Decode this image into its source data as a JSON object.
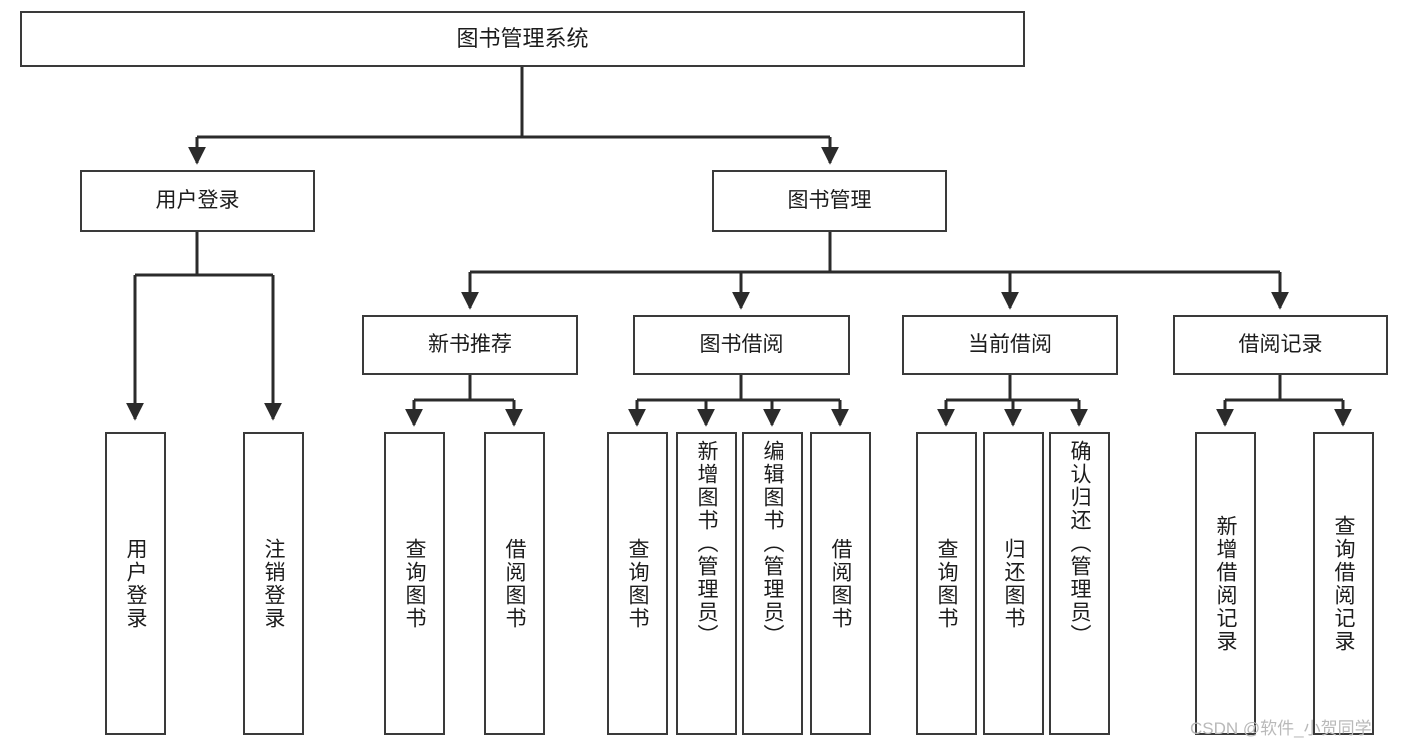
{
  "diagram": {
    "title": "图书管理系统",
    "type": "hierarchy-tree",
    "watermark": "CSDN @软件_小贺同学",
    "colors": {
      "box_border": "#3a3a3a",
      "box_fill": "#ffffff",
      "connector": "#2b2b2b",
      "text": "#1c1c1c",
      "watermark": "#b9b9b9"
    },
    "nodes": {
      "root": {
        "label": "图书管理系统"
      },
      "level2": [
        {
          "id": "user-login",
          "label": "用户登录"
        },
        {
          "id": "book-manage",
          "label": "图书管理"
        }
      ],
      "level3": [
        {
          "id": "new-book-recommend",
          "label": "新书推荐"
        },
        {
          "id": "book-borrow",
          "label": "图书借阅"
        },
        {
          "id": "current-borrow",
          "label": "当前借阅"
        },
        {
          "id": "borrow-record",
          "label": "借阅记录"
        }
      ],
      "leaves": {
        "user-login": [
          {
            "id": "leaf-user-login",
            "label": "用户登录"
          },
          {
            "id": "leaf-logout-login",
            "label": "注销登录"
          }
        ],
        "new-book-recommend": [
          {
            "id": "leaf-query-book-1",
            "label": "查询图书"
          },
          {
            "id": "leaf-borrow-book-1",
            "label": "借阅图书"
          }
        ],
        "book-borrow": [
          {
            "id": "leaf-query-book-2",
            "label": "查询图书"
          },
          {
            "id": "leaf-add-book-admin",
            "label": "新增图书（管理员）"
          },
          {
            "id": "leaf-edit-book-admin",
            "label": "编辑图书（管理员）"
          },
          {
            "id": "leaf-borrow-book-2",
            "label": "借阅图书"
          }
        ],
        "current-borrow": [
          {
            "id": "leaf-query-book-3",
            "label": "查询图书"
          },
          {
            "id": "leaf-return-book",
            "label": "归还图书"
          },
          {
            "id": "leaf-confirm-return-admin",
            "label": "确认归还（管理员）"
          }
        ],
        "borrow-record": [
          {
            "id": "leaf-add-borrow-record",
            "label": "新增借阅记录"
          },
          {
            "id": "leaf-query-borrow-record",
            "label": "查询借阅记录"
          }
        ]
      }
    }
  }
}
